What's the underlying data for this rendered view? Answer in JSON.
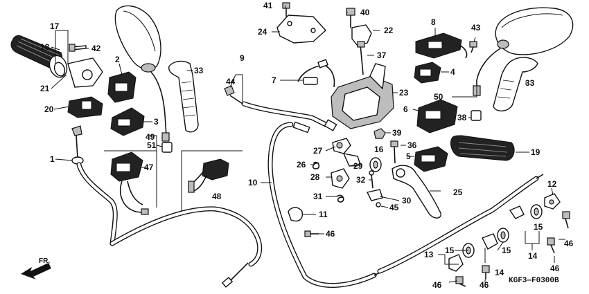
{
  "diagram_code": "KGF3—F0300B",
  "direction_label": "FR.",
  "callouts": {
    "n1": "1",
    "n2": "2",
    "n3": "3",
    "n4": "4",
    "n5": "5",
    "n6": "6",
    "n7": "7",
    "n8": "8",
    "n9": "9",
    "n10": "10",
    "n11": "11",
    "n12": "12",
    "n13": "13",
    "n14a": "14",
    "n14b": "14",
    "n15a": "15",
    "n15b": "15",
    "n15c": "15",
    "n16": "16",
    "n17": "17",
    "n18": "18",
    "n19": "19",
    "n20": "20",
    "n21": "21",
    "n22": "22",
    "n23": "23",
    "n24": "24",
    "n25": "25",
    "n26": "26",
    "n27": "27",
    "n28": "28",
    "n29": "29",
    "n30": "30",
    "n31": "31",
    "n32": "32",
    "n33a": "33",
    "n33b": "33",
    "n36": "36",
    "n37": "37",
    "n38": "38",
    "n39": "39",
    "n40": "40",
    "n41": "41",
    "n42": "42",
    "n43": "43",
    "n44": "44",
    "n45": "45",
    "n46a": "46",
    "n46b": "46",
    "n46c": "46",
    "n46d": "46",
    "n46e": "46",
    "n47": "47",
    "n48": "48",
    "n49": "49",
    "n50": "50",
    "n51": "51"
  }
}
